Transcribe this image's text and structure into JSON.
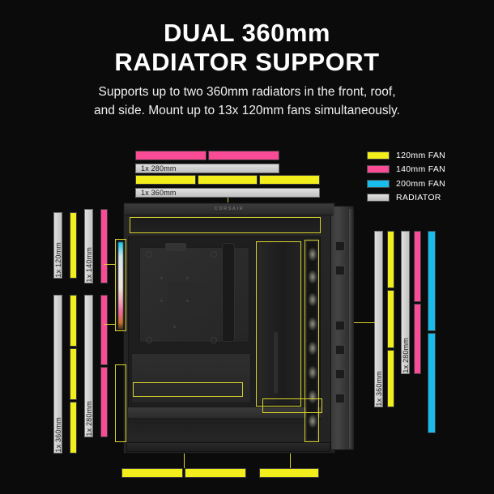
{
  "heading": {
    "title_line1": "DUAL 360mm",
    "title_line2": "RADIATOR SUPPORT",
    "subtitle_line1": "Supports up to two 360mm radiators in the front, roof,",
    "subtitle_line2": "and side. Mount up to 13x 120mm fans simultaneously."
  },
  "colors": {
    "fan_120mm": "#f2ee1c",
    "fan_140mm": "#fa4b96",
    "fan_200mm": "#19bdec",
    "radiator": "#cccccc",
    "accent_line": "#d8d22a",
    "background": "#0b0b0b",
    "text": "#ffffff"
  },
  "legend": {
    "items": [
      {
        "label": "120mm FAN",
        "color": "#f2ee1c",
        "swatch": "fan-swatch-120mm"
      },
      {
        "label": "140mm FAN",
        "color": "#fa4b96",
        "swatch": "fan-swatch-140mm"
      },
      {
        "label": "200mm FAN",
        "color": "#19bdec",
        "swatch": "fan-swatch-200mm"
      },
      {
        "label": "RADIATOR",
        "color": "#cccccc",
        "swatch": "radiator-swatch"
      }
    ]
  },
  "case": {
    "brand_logo": "CORSAIR"
  },
  "mount_groups": {
    "roof": [
      {
        "id": "roof-fan-140",
        "type": "fan",
        "size": "140mm",
        "count": 2,
        "color": "#fa4b96",
        "orientation": "horizontal"
      },
      {
        "id": "roof-rad-280",
        "type": "radiator",
        "label": "1x 280mm",
        "color": "#cccccc",
        "orientation": "horizontal"
      },
      {
        "id": "roof-fan-120",
        "type": "fan",
        "size": "120mm",
        "count": 3,
        "color": "#f2ee1c",
        "orientation": "horizontal"
      },
      {
        "id": "roof-rad-360",
        "type": "radiator",
        "label": "1x 360mm",
        "color": "#cccccc",
        "orientation": "horizontal"
      }
    ],
    "front_upper": [
      {
        "id": "front-rad-120",
        "type": "radiator",
        "label": "1x 120mm",
        "color": "#cccccc",
        "orientation": "vertical"
      },
      {
        "id": "front-fan-120",
        "type": "fan",
        "size": "120mm",
        "count": 1,
        "color": "#f2ee1c",
        "orientation": "vertical"
      },
      {
        "id": "front-rad-140",
        "type": "radiator",
        "label": "1x 140mm",
        "color": "#cccccc",
        "orientation": "vertical"
      },
      {
        "id": "front-fan-140",
        "type": "fan",
        "size": "140mm",
        "count": 1,
        "color": "#fa4b96",
        "orientation": "vertical"
      }
    ],
    "front_lower": [
      {
        "id": "front-rad-360",
        "type": "radiator",
        "label": "1x 360mm",
        "color": "#cccccc",
        "orientation": "vertical"
      },
      {
        "id": "front-fan-360",
        "type": "fan",
        "size": "120mm",
        "count": 3,
        "color": "#f2ee1c",
        "orientation": "vertical"
      },
      {
        "id": "front-rad-280",
        "type": "radiator",
        "label": "1x 280mm",
        "color": "#cccccc",
        "orientation": "vertical"
      },
      {
        "id": "front-fan-280",
        "type": "fan",
        "size": "140mm",
        "count": 2,
        "color": "#fa4b96",
        "orientation": "vertical"
      }
    ],
    "side": [
      {
        "id": "side-rad-360",
        "type": "radiator",
        "label": "1x 360mm",
        "color": "#cccccc",
        "orientation": "vertical"
      },
      {
        "id": "side-fan-360",
        "type": "fan",
        "size": "120mm",
        "count": 3,
        "color": "#f2ee1c",
        "orientation": "vertical"
      },
      {
        "id": "side-rad-280",
        "type": "radiator",
        "label": "1x 280mm",
        "color": "#cccccc",
        "orientation": "vertical"
      },
      {
        "id": "side-fan-280",
        "type": "fan",
        "size": "140mm",
        "count": 2,
        "color": "#fa4b96",
        "orientation": "vertical"
      },
      {
        "id": "side-fan-200",
        "type": "fan",
        "size": "200mm",
        "count": 2,
        "color": "#19bdec",
        "orientation": "vertical"
      }
    ],
    "bottom": [
      {
        "id": "bottom-fan-a",
        "type": "fan",
        "size": "120mm",
        "count": 2,
        "color": "#f2ee1c",
        "orientation": "horizontal"
      },
      {
        "id": "bottom-fan-b",
        "type": "fan",
        "size": "120mm",
        "count": 1,
        "color": "#f2ee1c",
        "orientation": "horizontal"
      }
    ]
  },
  "labels": {
    "rad_120": "1x 120mm",
    "rad_140": "1x 140mm",
    "rad_280": "1x 280mm",
    "rad_360": "1x 360mm"
  }
}
